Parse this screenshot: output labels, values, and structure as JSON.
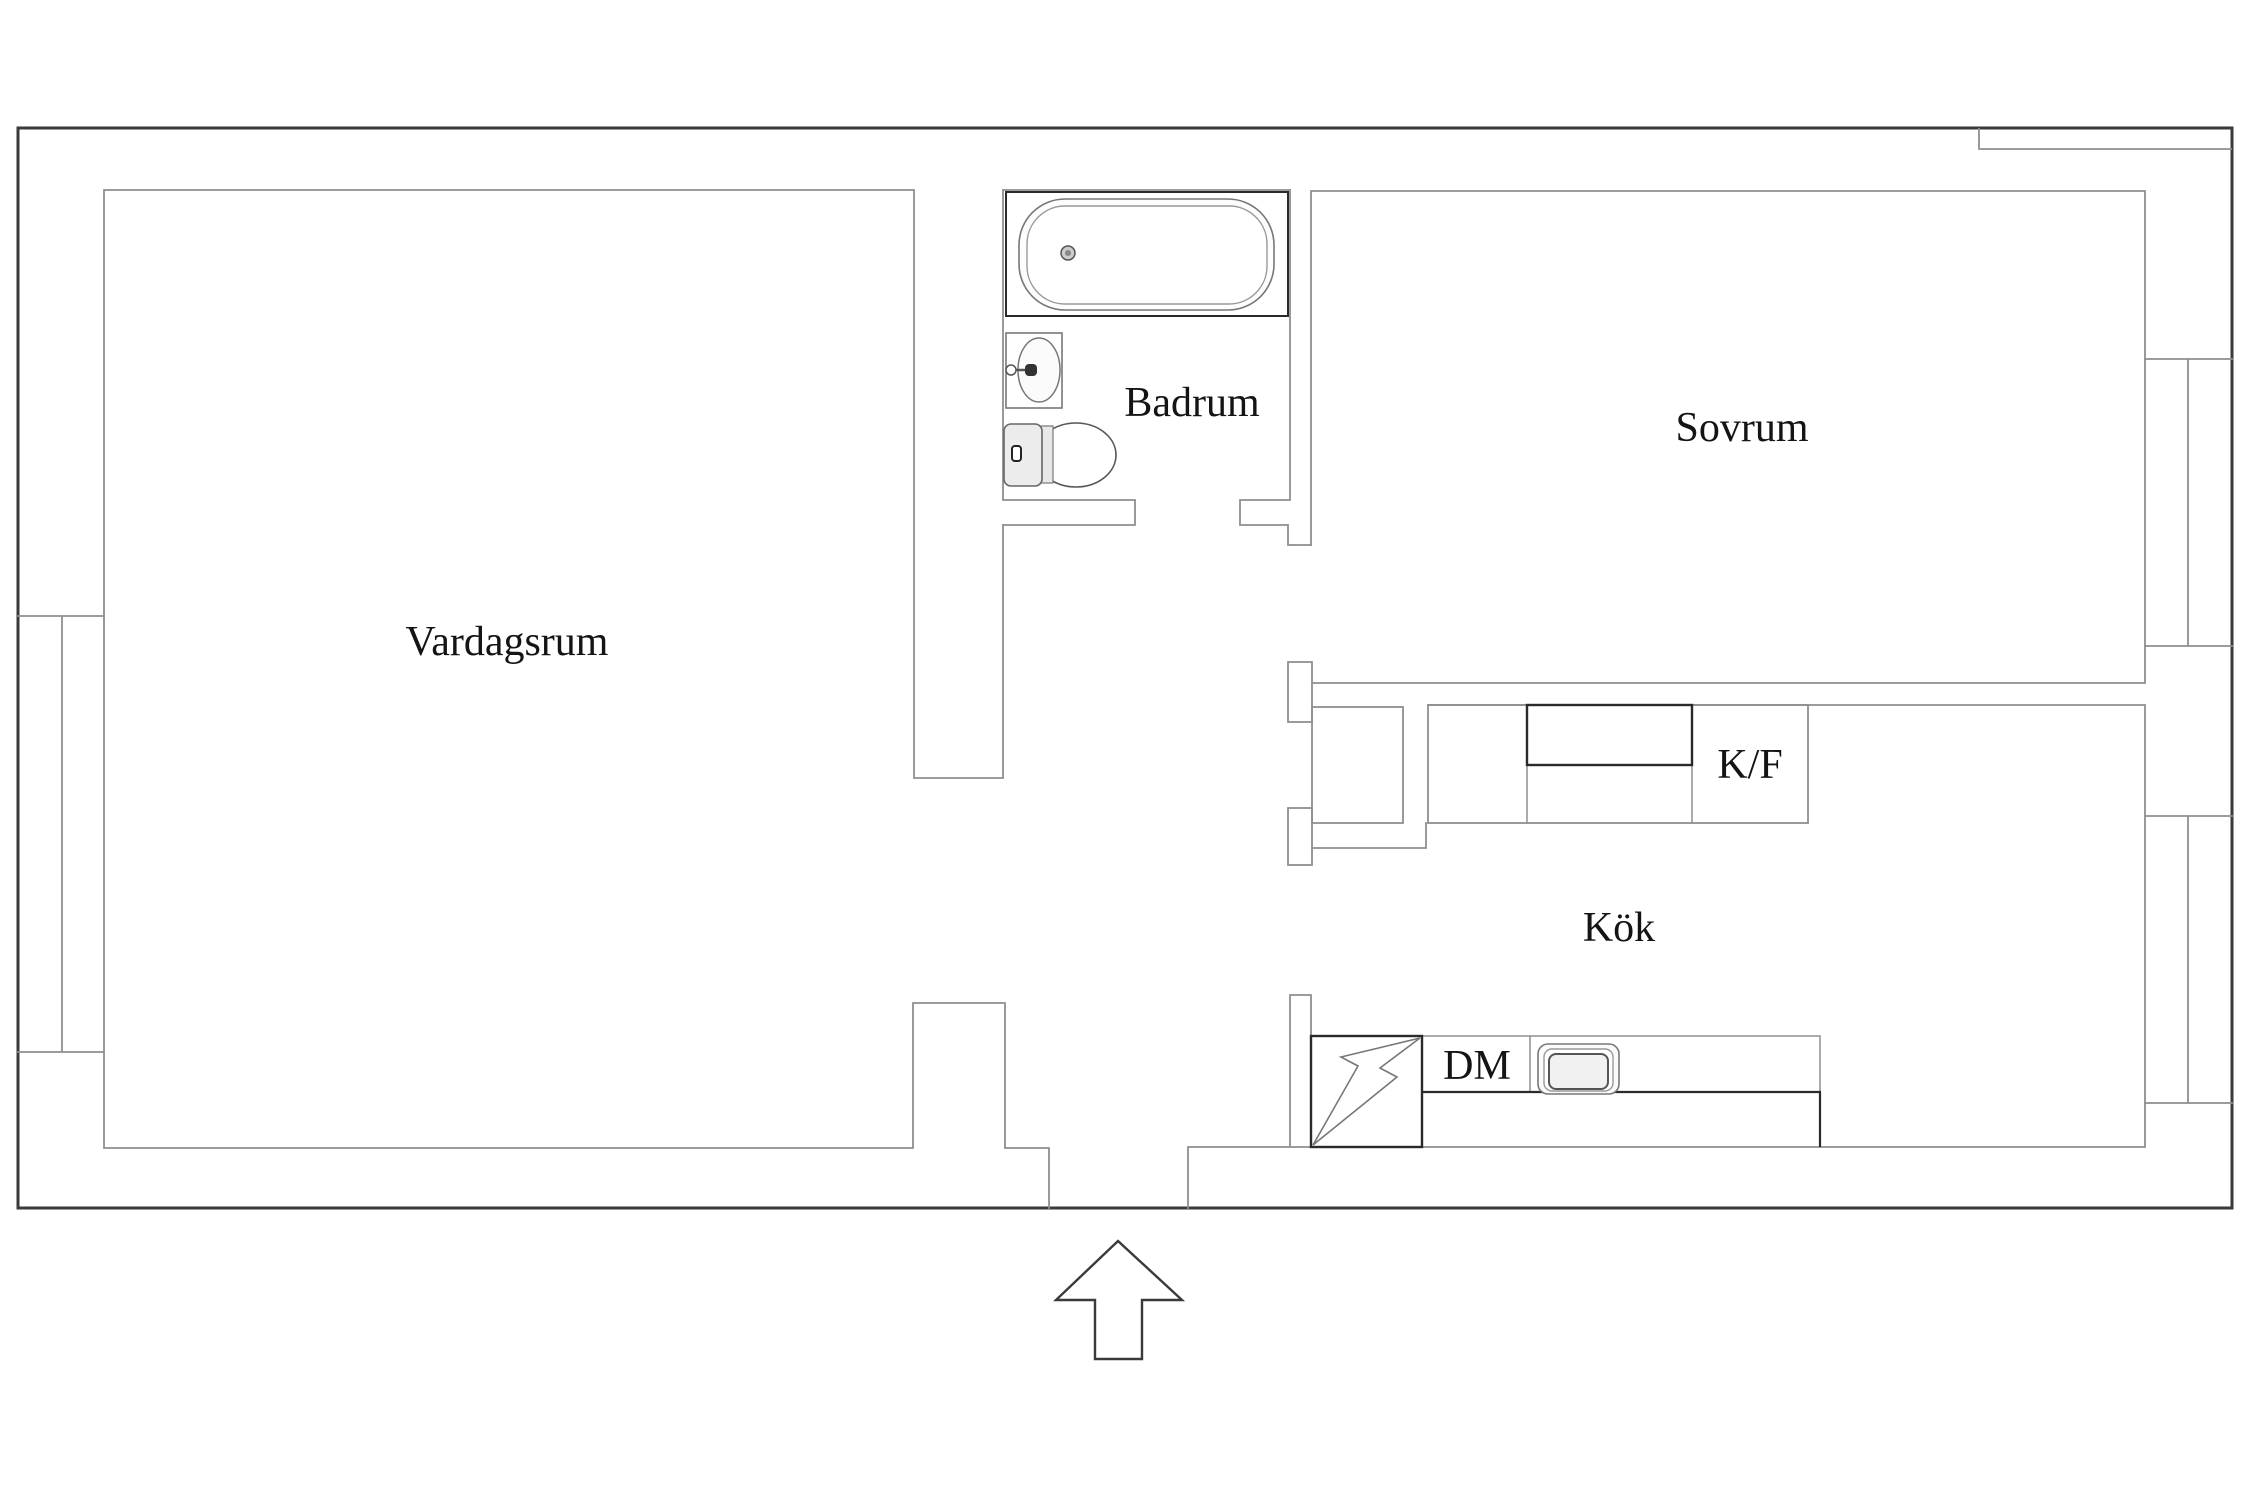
{
  "document": {
    "type": "apartment-floor-plan",
    "background": "#ffffff"
  },
  "labels": {
    "vardagsrum": "Vardagsrum",
    "badrum": "Badrum",
    "sovrum": "Sovrum",
    "kok": "Kök",
    "kf": "K/F",
    "dm": "DM"
  },
  "rooms": [
    {
      "id": "vardagsrum",
      "label": "Vardagsrum"
    },
    {
      "id": "badrum",
      "label": "Badrum"
    },
    {
      "id": "sovrum",
      "label": "Sovrum"
    },
    {
      "id": "kok",
      "label": "Kök"
    }
  ],
  "appliances": [
    {
      "id": "kf",
      "label": "K/F"
    },
    {
      "id": "dm",
      "label": "DM"
    }
  ],
  "fixture_icons": [
    "bathtub-icon",
    "bathroom-sink-icon",
    "toilet-icon",
    "kitchen-sink-icon",
    "stove-lightning-icon",
    "entrance-arrow-icon",
    "window-icon"
  ],
  "colors": {
    "outer_wall": "#3a3a3a",
    "inner_wall": "#8f8f8f",
    "fixture_stroke": "#777777",
    "appliance_bold": "#2a2a2a",
    "label_text": "#141414",
    "fill_light": "#ececec"
  }
}
